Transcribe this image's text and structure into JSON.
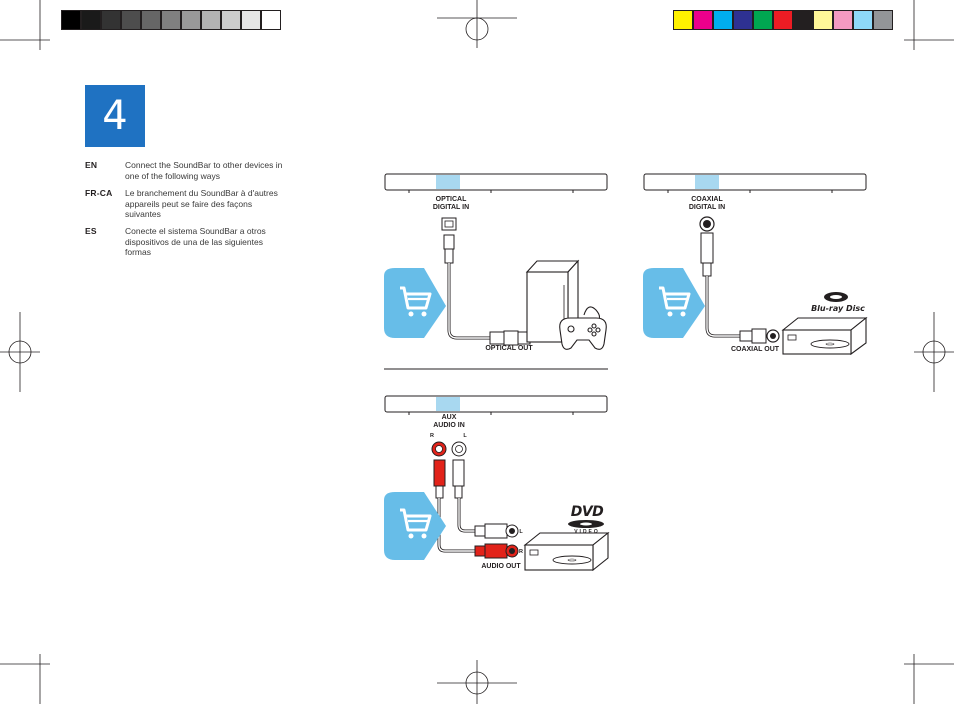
{
  "step": {
    "number": "4"
  },
  "instructions": [
    {
      "lang": "EN",
      "text": "Connect the SoundBar to other devices in one of the following ways"
    },
    {
      "lang": "FR-CA",
      "text": "Le branchement du SoundBar à d'autres appareils peut se faire des façons suivantes"
    },
    {
      "lang": "ES",
      "text": "Conecte el sistema SoundBar a otros dispositivos de una de las siguientes formas"
    }
  ],
  "diagrams": {
    "optical": {
      "input_label": "OPTICAL\nDIGITAL IN",
      "output_label": "OPTICAL OUT"
    },
    "coaxial": {
      "input_label": "COAXIAL\nDIGITAL IN",
      "output_label": "COAXIAL OUT",
      "brand": "Blu-ray Disc"
    },
    "aux": {
      "input_label": "AUX\nAUDIO IN",
      "output_label": "AUDIO OUT",
      "left_mark": "L",
      "right_mark": "R",
      "brand": "DVD",
      "brand_sub": "VIDEO"
    }
  },
  "colors": {
    "accent_blue": "#1f72c2",
    "highlight_blue": "#a8d8f0",
    "cart_blue": "#67bde8",
    "red_plug": "#e2231a",
    "grayscale_bar": [
      "#000000",
      "#1a1a1a",
      "#333333",
      "#4d4d4d",
      "#666666",
      "#808080",
      "#999999",
      "#b3b3b3",
      "#cccccc",
      "#e6e6e6",
      "#ffffff"
    ],
    "color_bar": [
      "#fff200",
      "#ec008c",
      "#00aeef",
      "#2e3192",
      "#00a651",
      "#ed1c24",
      "#231f20",
      "#fff799",
      "#f49ac1",
      "#8ed8f8",
      "#939598"
    ]
  },
  "icons": [
    "shopping-cart-icon",
    "game-console-icon",
    "gamepad-icon",
    "blu-ray-player-icon",
    "dvd-player-icon",
    "registration-mark-icon",
    "crop-mark-icon"
  ]
}
